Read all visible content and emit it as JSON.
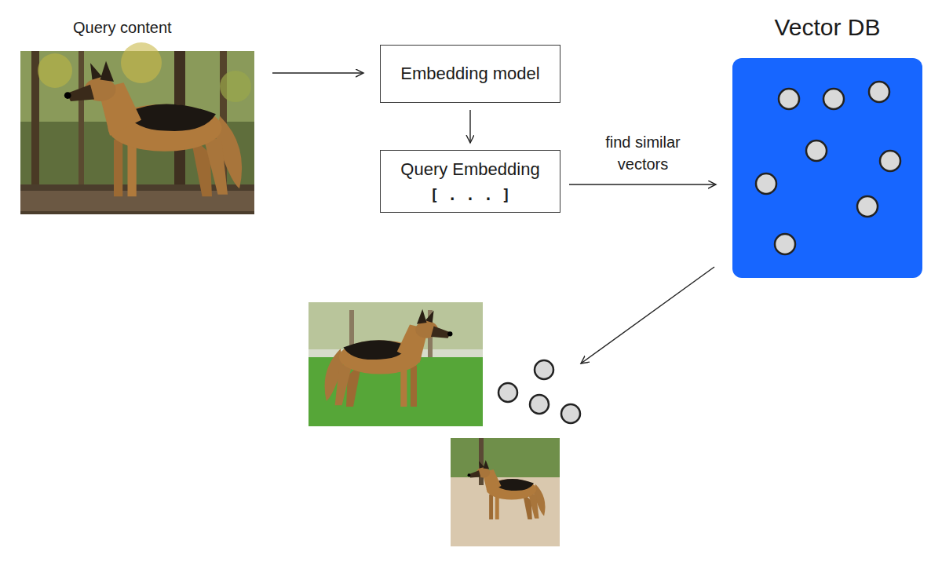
{
  "diagram": {
    "nodes": [
      {
        "text": [
          "Query content"
        ]
      },
      {
        "text": [
          "Embedding model"
        ]
      },
      {
        "text": [
          "Query Embedding",
          "[ . . . ]"
        ]
      },
      {
        "text": [
          "Vector DB"
        ]
      }
    ],
    "edges": [
      {
        "from": 0,
        "to": 1,
        "arrow": "to"
      },
      {
        "from": 1,
        "to": 2,
        "arrow": "to"
      },
      {
        "from": 2,
        "to": 3,
        "label": "find similar vectors",
        "arrow": "to"
      }
    ]
  }
}
